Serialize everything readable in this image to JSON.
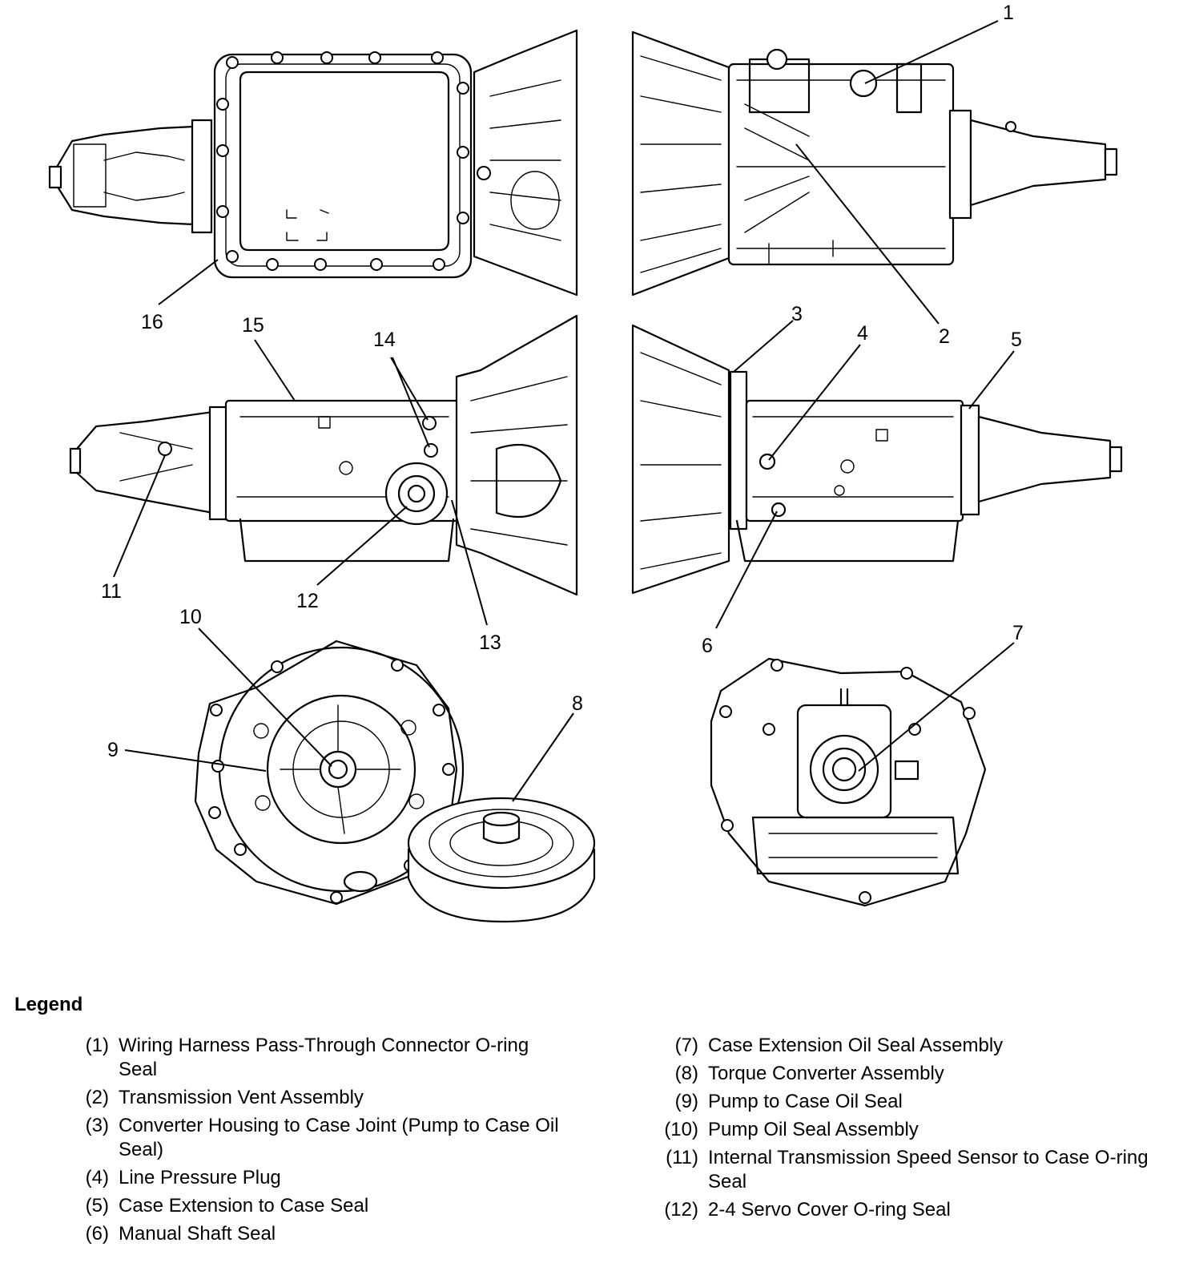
{
  "callouts": {
    "c1": "1",
    "c2": "2",
    "c3": "3",
    "c4": "4",
    "c5": "5",
    "c6": "6",
    "c7": "7",
    "c8": "8",
    "c9": "9",
    "c10": "10",
    "c11": "11",
    "c12": "12",
    "c13": "13",
    "c14": "14",
    "c15": "15",
    "c16": "16"
  },
  "legend": {
    "title": "Legend",
    "items": [
      {
        "num": "(1)",
        "text": "Wiring Harness Pass-Through Connector O-ring Seal"
      },
      {
        "num": "(2)",
        "text": "Transmission Vent Assembly"
      },
      {
        "num": "(3)",
        "text": "Converter Housing to Case Joint (Pump to Case Oil Seal)"
      },
      {
        "num": "(4)",
        "text": "Line Pressure Plug"
      },
      {
        "num": "(5)",
        "text": "Case Extension to Case Seal"
      },
      {
        "num": "(6)",
        "text": "Manual Shaft Seal"
      },
      {
        "num": "(7)",
        "text": "Case Extension Oil Seal Assembly"
      },
      {
        "num": "(8)",
        "text": "Torque Converter Assembly"
      },
      {
        "num": "(9)",
        "text": "Pump to Case Oil Seal"
      },
      {
        "num": "(10)",
        "text": "Pump Oil Seal Assembly"
      },
      {
        "num": "(11)",
        "text": "Internal Transmission Speed Sensor to Case O-ring Seal"
      },
      {
        "num": "(12)",
        "text": "2-4 Servo Cover O-ring Seal"
      }
    ]
  }
}
